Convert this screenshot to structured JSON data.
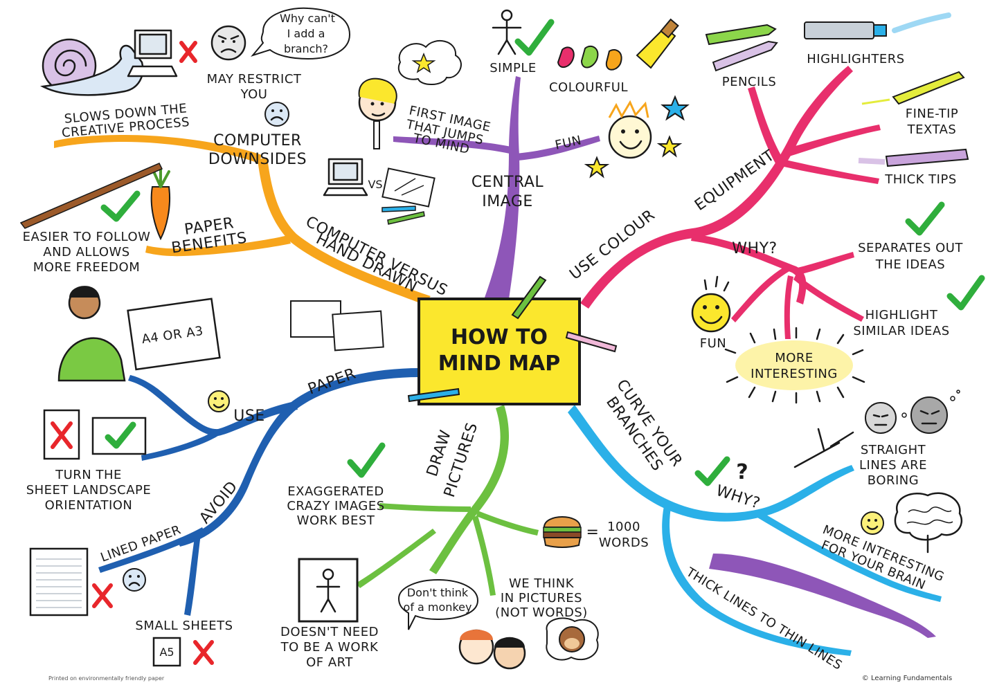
{
  "center": {
    "line1": "HOW TO",
    "line2": "MIND MAP"
  },
  "branches": {
    "central_image": {
      "label_line1": "CENTRAL",
      "label_line2": "IMAGE",
      "simple": "SIMPLE",
      "colourful": "COLOURFUL",
      "fun": "FUN",
      "first_image_1": "FIRST IMAGE",
      "first_image_2": "THAT JUMPS",
      "first_image_3": "TO MIND"
    },
    "computer_versus": {
      "label_line1": "COMPUTER VERSUS",
      "label_line2": "HAND DRAWN",
      "vs": "VS",
      "downsides_1": "COMPUTER",
      "downsides_2": "DOWNSIDES",
      "restrict_1": "MAY RESTRICT",
      "restrict_2": "YOU",
      "bubble_1": "Why can't",
      "bubble_2": "I add a",
      "bubble_3": "branch?",
      "slows_1": "SLOWS DOWN THE",
      "slows_2": "CREATIVE PROCESS",
      "benefits_1": "PAPER",
      "benefits_2": "BENEFITS",
      "easier_1": "EASIER TO FOLLOW",
      "easier_2": "AND ALLOWS",
      "easier_3": "MORE FREEDOM"
    },
    "use_colour": {
      "label": "USE COLOUR",
      "equipment": "EQUIPMENT",
      "highlighters": "HIGHLIGHTERS",
      "pencils": "PENCILS",
      "fine_tip_1": "FINE-TIP",
      "fine_tip_2": "TEXTAS",
      "thick_tips": "THICK TIPS",
      "why": "WHY?",
      "separates_1": "SEPARATES OUT",
      "separates_2": "THE IDEAS",
      "highlight_1": "HIGHLIGHT",
      "highlight_2": "SIMILAR IDEAS",
      "fun": "FUN",
      "interesting_1": "MORE",
      "interesting_2": "INTERESTING"
    },
    "paper": {
      "label": "PAPER",
      "use": "USE",
      "avoid": "AVOID",
      "a4": "A4 OR A3",
      "turn_1": "TURN THE",
      "turn_2": "SHEET LANDSCAPE",
      "turn_3": "ORIENTATION",
      "lined": "LINED PAPER",
      "small": "SMALL SHEETS",
      "a5": "A5"
    },
    "draw_pictures": {
      "label_line1": "DRAW",
      "label_line2": "PICTURES",
      "exag_1": "EXAGGERATED",
      "exag_2": "CRAZY IMAGES",
      "exag_3": "WORK BEST",
      "words_1": "1000",
      "words_2": "WORDS",
      "equals": "=",
      "think_1": "WE THINK",
      "think_2": "IN PICTURES",
      "think_3": "(NOT WORDS)",
      "monkey_1": "Don't think",
      "monkey_2": "of a monkey",
      "art_1": "DOESN'T NEED",
      "art_2": "TO BE A WORK",
      "art_3": "OF ART"
    },
    "curve": {
      "label_line1": "CURVE YOUR",
      "label_line2": "BRANCHES",
      "why": "WHY?",
      "straight_1": "STRAIGHT",
      "straight_2": "LINES ARE",
      "straight_3": "BORING",
      "brain_1": "MORE INTERESTING",
      "brain_2": "FOR YOUR BRAIN",
      "thick": "THICK LINES TO THIN LINES"
    }
  },
  "footer": {
    "left_small": "Printed on environmentally friendly paper",
    "copyright": "© Learning Fundamentals"
  },
  "colors": {
    "purple": "#8e56b8",
    "orange": "#f7a51c",
    "pink": "#e82f6c",
    "blue": "#1f5fb0",
    "green": "#6cc040",
    "cyan": "#2bb0e8",
    "center_fill": "#fbe72d",
    "check": "#2fae3c",
    "cross": "#e8262b"
  },
  "icons": [
    "snail-icon",
    "computer-icon",
    "grumpy-face-icon",
    "sad-face-icon",
    "carrot-icon",
    "girl-thinking-icon",
    "stick-figure-icon",
    "paint-splashes-icon",
    "happy-face-icon",
    "star-icon",
    "pencils-icon",
    "highlighter-icon",
    "smiley-icon",
    "burger-icon",
    "monkey-icon",
    "brain-icon",
    "boy-with-paper-icon",
    "lined-paper-icon"
  ]
}
